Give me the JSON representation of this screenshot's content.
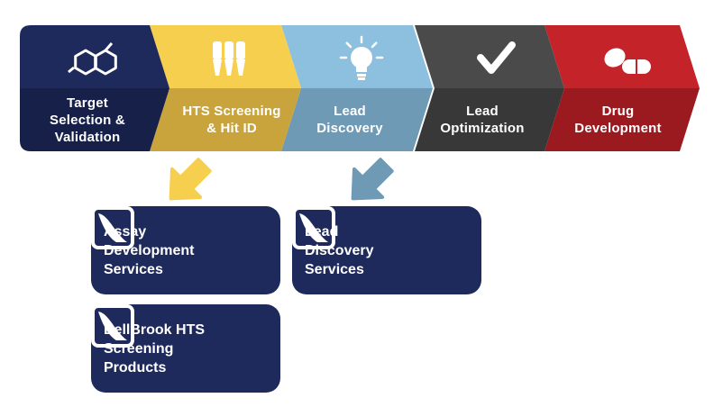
{
  "stages": [
    {
      "label": "Target\nSelection &\nValidation",
      "icon": "molecule-icon",
      "top_color": "#1f2a5c",
      "bottom_color": "#162048"
    },
    {
      "label": "HTS Screening\n& Hit ID",
      "icon": "pipette-tips-icon",
      "top_color": "#f7cf4f",
      "bottom_color": "#c9a33c"
    },
    {
      "label": "Lead\nDiscovery",
      "icon": "lightbulb-icon",
      "top_color": "#8dbfdf",
      "bottom_color": "#6e9ab6"
    },
    {
      "label": "Lead\nOptimization",
      "icon": "checkmark-icon",
      "top_color": "#4a4a4a",
      "bottom_color": "#383838"
    },
    {
      "label": "Drug\nDevelopment",
      "icon": "pills-icon",
      "top_color": "#c4232a",
      "bottom_color": "#9a1a20"
    }
  ],
  "arrows": [
    {
      "name": "hts-down-arrow",
      "color": "#f7cf4f"
    },
    {
      "name": "lead-discovery-down-arrow",
      "color": "#6e9ab6"
    }
  ],
  "cards": [
    {
      "name": "assay-development-services-card",
      "label": "Assay\nDevelopment\nServices",
      "logo": "bellbrook-logo-icon"
    },
    {
      "name": "lead-discovery-services-card",
      "label": "Lead\nDiscovery\nServices",
      "logo": "bellbrook-logo-icon"
    },
    {
      "name": "bellbrook-hts-screening-products-card",
      "label": "BellBrook HTS\nScreening\nProducts",
      "logo": "bellbrook-logo-icon"
    }
  ],
  "colors": {
    "card_bg": "#1f2a5c",
    "icon_white": "#ffffff"
  }
}
